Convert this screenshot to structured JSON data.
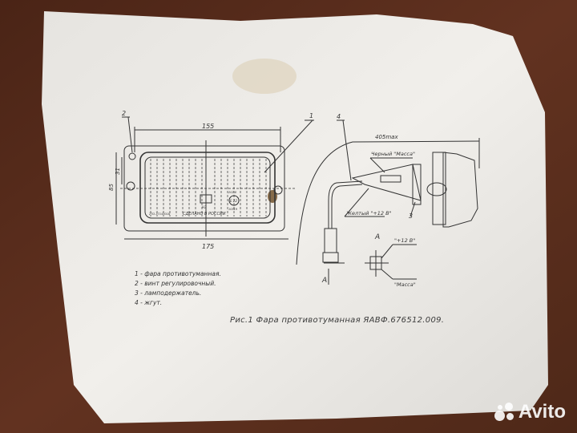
{
  "colors": {
    "wood": "#5a2e1c",
    "paper": "#eceae6",
    "ink": "#333333",
    "stain": "#6b4a22"
  },
  "drawing": {
    "dim_width_inner": "155",
    "dim_width_outer": "175",
    "dim_height": "85",
    "dim_hole": "31",
    "callout_1": "1",
    "callout_2": "2",
    "callout_3": "3",
    "callout_4": "4",
    "dim_length": "405max",
    "black_wire": "Черный \"Масса\"",
    "yellow_wire": "Желтый \"+12 В\"",
    "section_mark": "А",
    "view_label": "А",
    "view_plus": "\"+12 В\"",
    "view_ground": "\"Масса\"",
    "lens_code": "2ТО-3714301Б",
    "lens_made": "СДЕЛАНО В РОССИИ",
    "lens_h3": "Н3",
    "lens_mark": "E 22",
    "lens_num_top": "202.8",
    "lens_num_bottom": "10519"
  },
  "legend": [
    "1 - фара противотуманная.",
    "2 - винт регулировочный.",
    "3 - ламподержатель.",
    "4 - жгут."
  ],
  "caption": "Рис.1 Фара противотуманная ЯАВФ.676512.009.",
  "watermark": "Avito"
}
